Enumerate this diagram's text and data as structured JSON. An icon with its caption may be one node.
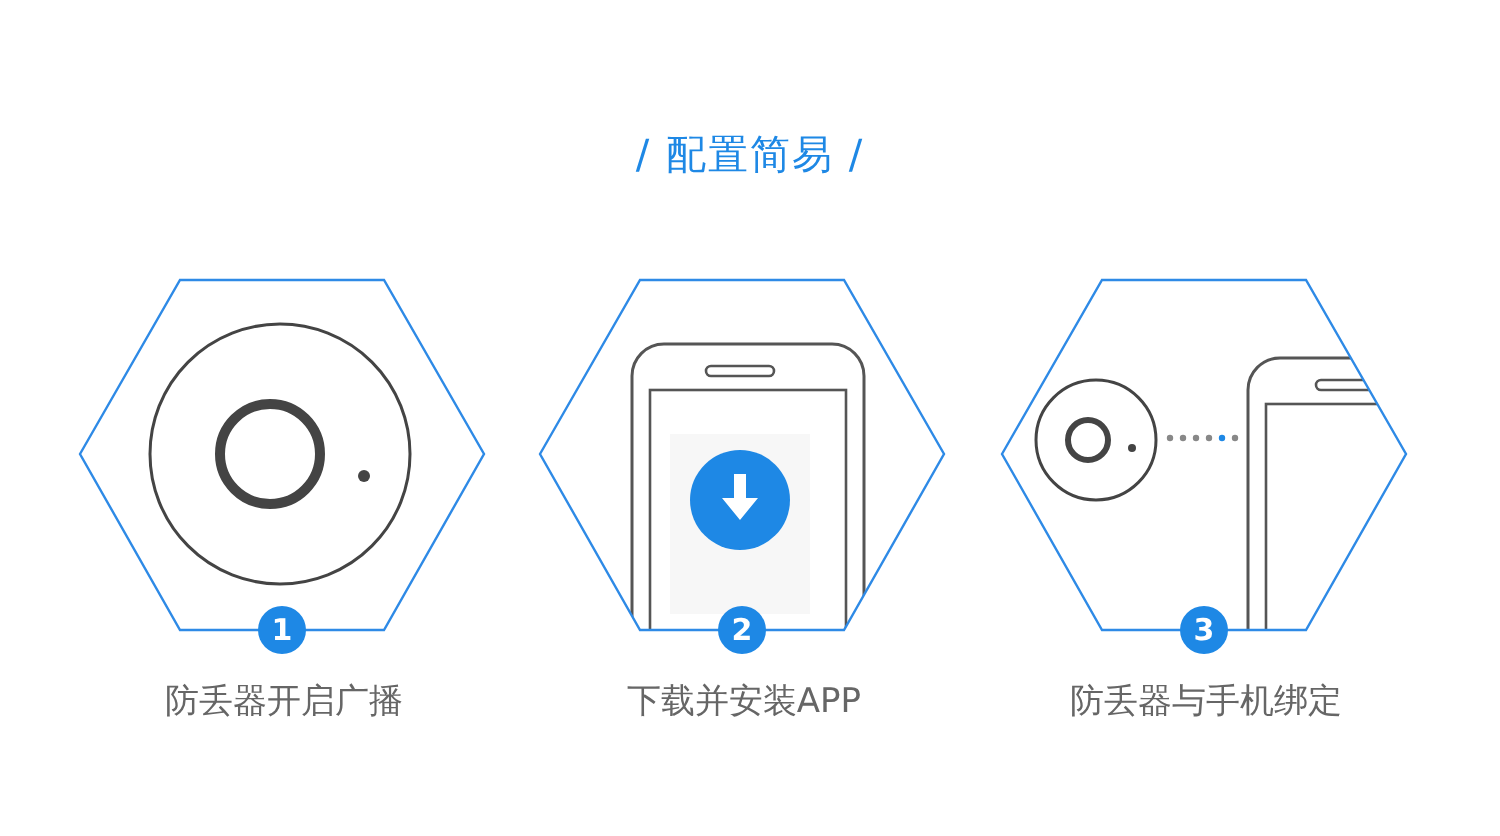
{
  "diagram": {
    "title": "/ 配置简易 /",
    "nodes": [
      {
        "text": [
          "1",
          "防丢器开启广播"
        ]
      },
      {
        "text": [
          "2",
          "下载并安装APP"
        ]
      },
      {
        "text": [
          "3",
          "防丢器与手机绑定"
        ]
      }
    ]
  }
}
